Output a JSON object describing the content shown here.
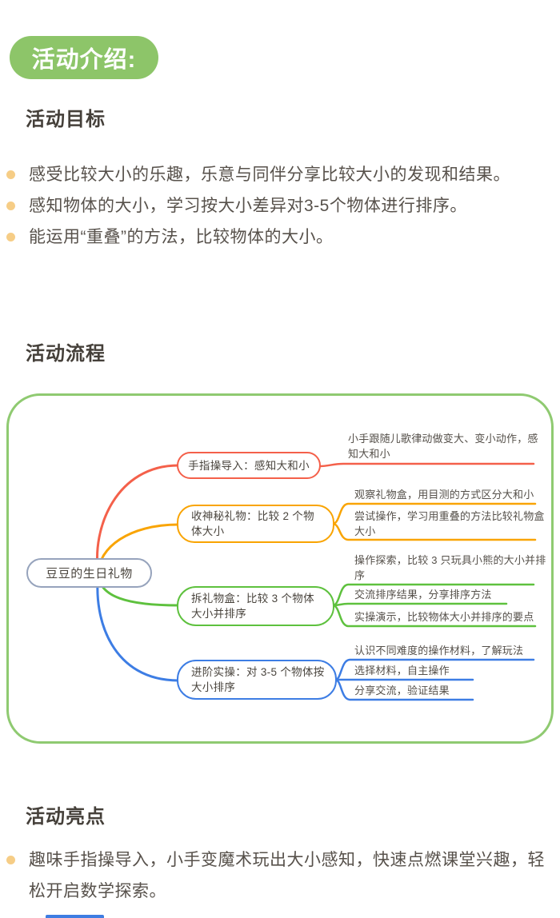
{
  "header_badge": {
    "label": "活动介绍:",
    "color": "#8dc569"
  },
  "sections": {
    "goals": {
      "title": "活动目标",
      "bullets": [
        "感受比较大小的乐趣，乐意与同伴分享比较大小的发现和结果。",
        "感知物体的大小，学习按大小差异对3-5个物体进行排序。",
        "能运用“重叠”的方法，比较物体的大小。"
      ]
    },
    "process": {
      "title": "活动流程"
    },
    "highlights": {
      "title": "活动亮点",
      "bullets": [
        "趣味手指操导入，小手变魔术玩出大小感知，快速点燃课堂兴趣，轻松开启数学探索。"
      ]
    }
  },
  "mindmap": {
    "root": "豆豆的生日礼物",
    "root_border_color": "#96a3bc",
    "panel_border_color": "#8fca71",
    "branches": [
      {
        "label": "手指操导入：感知大和小",
        "color": "#f4604a",
        "leaves": [
          "小手跟随儿歌律动做变大、变小动作，感知大和小"
        ]
      },
      {
        "label": "收神秘礼物：比较 2 个物体大小",
        "color": "#f9a402",
        "leaves": [
          "观察礼物盒，用目测的方式区分大和小",
          "尝试操作，学习用重叠的方法比较礼物盒大小"
        ]
      },
      {
        "label": "拆礼物盒：比较 3 个物体大小并排序",
        "color": "#5ec13e",
        "leaves": [
          "操作探索，比较 3 只玩具小熊的大小并排序",
          "交流排序结果，分享排序方法",
          "实操演示，比较物体大小并排序的要点"
        ]
      },
      {
        "label": "进阶实操：对 3-5 个物体按大小排序",
        "color": "#3d7de4",
        "leaves": [
          "认识不同难度的操作材料，了解玩法",
          "选择材料，自主操作",
          "分享交流，验证结果"
        ]
      }
    ]
  },
  "colors": {
    "badge_green": "#8dc569",
    "heading_marker_yellow": "#fbe3a2",
    "bullet_dot": "#f6cd86",
    "text_dark": "#57514b",
    "bottom_peek_blue": "#3e7de2"
  }
}
